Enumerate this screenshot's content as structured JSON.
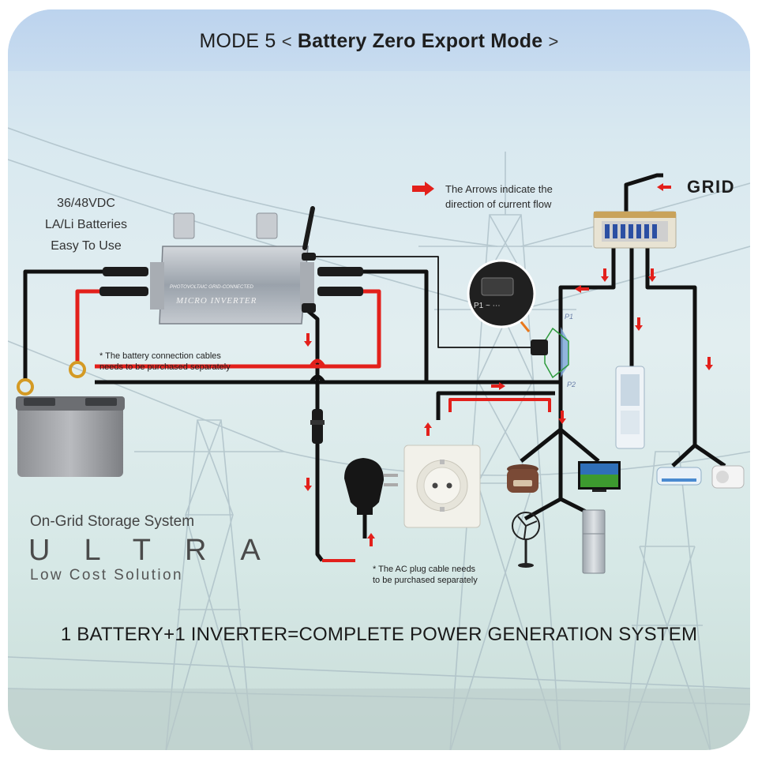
{
  "title": {
    "mode": "MODE 5",
    "open": "<",
    "name": "Battery Zero Export Mode",
    "close": ">"
  },
  "battery_spec": {
    "line1": "36/48VDC",
    "line2": "LA/Li Batteries",
    "line3": "Easy To Use"
  },
  "inverter": {
    "line1": "PHOTOVOLTAIC GRID-CONNECTED",
    "line2": "MICRO INVERTER"
  },
  "battery_note": {
    "line1": "* The battery connection cables",
    "line2": "needs to be purchased separately"
  },
  "plug_note": {
    "line1": "* The AC plug cable needs",
    "line2": "to be purchased separately"
  },
  "arrow_legend": {
    "line1": "The Arrows indicate the",
    "line2": "direction of current flow"
  },
  "grid_label": "GRID",
  "ct_labels": {
    "p1": "P1",
    "p2": "P2"
  },
  "branding": {
    "storage": "On-Grid Storage System",
    "ultra": "ULTRA",
    "lowcost": "Low Cost Solution"
  },
  "tagline": "1 BATTERY+1 INVERTER=COMPLETE POWER GENERATION SYSTEM",
  "colors": {
    "wire_black": "#111111",
    "wire_red": "#e3201b",
    "arrow_red": "#e3201b",
    "title_band": "#bcd3ee"
  },
  "icons": [
    "battery-icon",
    "micro-inverter-icon",
    "antenna-icon",
    "ac-plug-icon",
    "wall-socket-icon",
    "ct-clamp-icon",
    "breaker-box-icon",
    "rice-cooker-icon",
    "tv-icon",
    "fan-icon",
    "fridge-icon",
    "tower-ac-icon",
    "split-ac-icon",
    "arrow-right-icon"
  ]
}
